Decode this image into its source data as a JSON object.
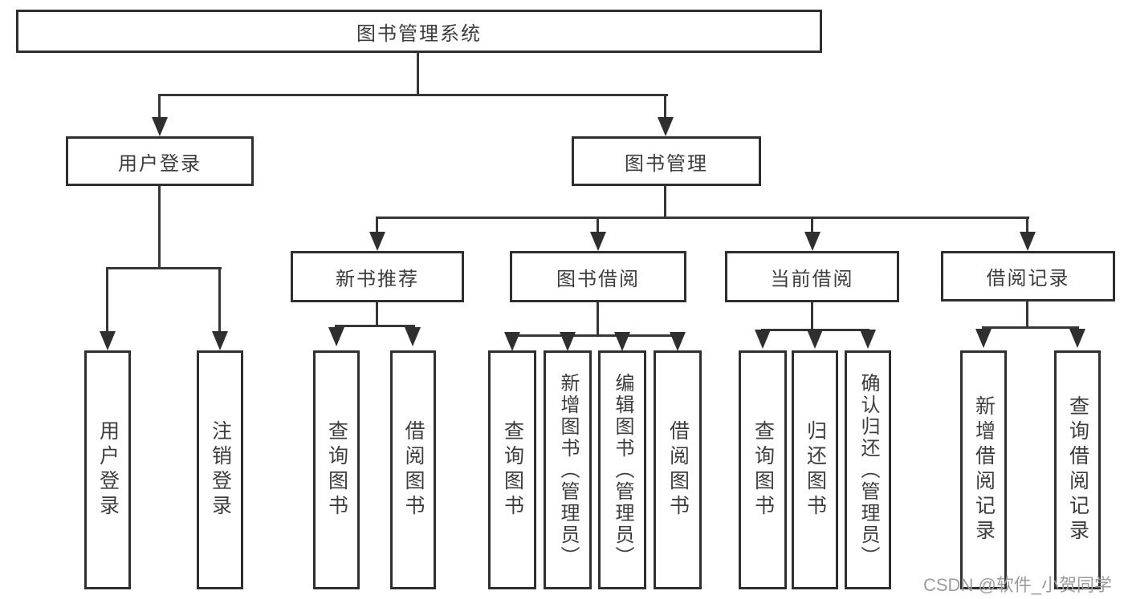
{
  "tree": {
    "root": "图书管理系统",
    "branches": [
      {
        "label": "用户登录",
        "children": [
          "用户登录",
          "注销登录"
        ]
      },
      {
        "label": "图书管理",
        "sections": [
          {
            "label": "新书推荐",
            "children": [
              "查询图书",
              "借阅图书"
            ]
          },
          {
            "label": "图书借阅",
            "children": [
              "查询图书",
              "新增图书（管理员）",
              "编辑图书（管理员）",
              "借阅图书"
            ]
          },
          {
            "label": "当前借阅",
            "children": [
              "查询图书",
              "归还图书",
              "确认归还（管理员）"
            ]
          },
          {
            "label": "借阅记录",
            "children": [
              "新增借阅记录",
              "查询借阅记录"
            ]
          }
        ]
      }
    ]
  },
  "watermark": {
    "text": "CSDN @软件_小贺同学"
  },
  "colors": {
    "line": "#363636",
    "border": "#2f2f2f",
    "text": "#3d3d3d",
    "watermark": "#9c9c9c",
    "background": "#ffffff"
  }
}
